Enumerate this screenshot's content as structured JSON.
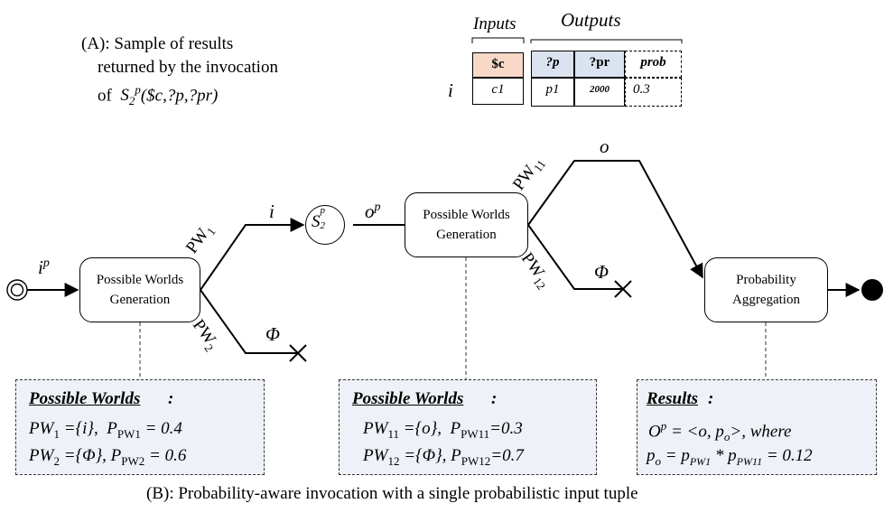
{
  "caption_a": {
    "line1": "(A): Sample of results",
    "line2": "returned by the invocation",
    "line3_prefix": "of",
    "line3_fn": "S",
    "line3_sub": "2",
    "line3_sup": "p",
    "line3_args": "($c,?p,?pr)"
  },
  "table": {
    "inputs_label": "Inputs",
    "outputs_label": "Outputs",
    "row_label": "i",
    "headers": [
      "$c",
      "?p",
      "?pr",
      "prob"
    ],
    "row": [
      "c1",
      "p1",
      "2000",
      "0.3"
    ]
  },
  "flow": {
    "input_label": "i",
    "input_sup": "p",
    "pwg1_label": "Possible Worlds Generation",
    "pwg2_label": "Possible Worlds Generation",
    "agg_label": "Probability Aggregation",
    "service_main": "S",
    "service_sub": "2",
    "service_sup": "p",
    "pw1": "PW",
    "pw1_sub": "1",
    "pw2": "PW",
    "pw2_sub": "2",
    "pw11": "PW",
    "pw11_sub": "11",
    "pw12": "PW",
    "pw12_sub": "12",
    "edge_i": "i",
    "edge_op": "o",
    "edge_op_sup": "p",
    "edge_o": "o",
    "phi1": "Φ",
    "phi2": "Φ"
  },
  "note1": {
    "title": "Possible Worlds",
    "colon": ":",
    "l1_a": "PW",
    "l1_a_sub": "1",
    "l1_b": "={i},",
    "l1_c": "P",
    "l1_c_sub": "PW1",
    "l1_d": "= 0.4",
    "l2_a": "PW",
    "l2_a_sub": "2",
    "l2_b": "={Φ},",
    "l2_c": "P",
    "l2_c_sub": "PW2",
    "l2_d": "= 0.6"
  },
  "note2": {
    "title": "Possible Worlds",
    "colon": ":",
    "l1_a": "PW",
    "l1_a_sub": "11",
    "l1_b": "={o},",
    "l1_c": "P",
    "l1_c_sub": "PW11",
    "l1_d": "=0.3",
    "l2_a": "PW",
    "l2_a_sub": "12",
    "l2_b": "={Φ},",
    "l2_c": "P",
    "l2_c_sub": "PW12",
    "l2_d": "=0.7"
  },
  "note3": {
    "title": "Results",
    "colon": ":",
    "l1_a": "O",
    "l1_a_sup": "p",
    "l1_b": "= <o, p",
    "l1_b_sub": "o",
    "l1_c": ">, where",
    "l2_a": "p",
    "l2_a_sub": "o",
    "l2_b": "= p",
    "l2_b_sub": "PW1",
    "l2_c": "* p",
    "l2_c_sub": "PW11",
    "l2_d": "= 0.12"
  },
  "caption_b": "(B): Probability-aware invocation with a single probabilistic input tuple",
  "colors": {
    "note_bg": "#eef2f8",
    "input_header": "#f8d9c8",
    "output_header": "#dce3f0"
  }
}
